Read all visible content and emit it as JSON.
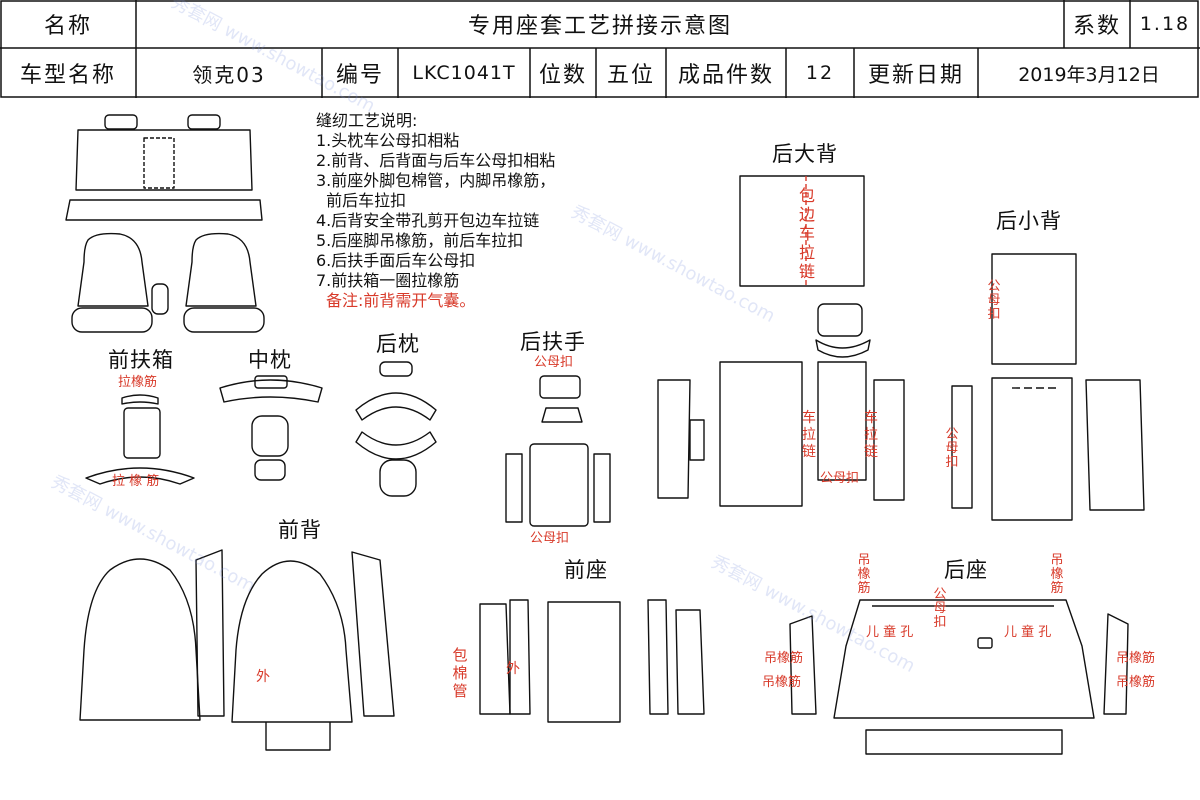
{
  "header": {
    "name_label": "名称",
    "title": "专用座套工艺拼接示意图",
    "coef_label": "系数",
    "coef_value": "1.18",
    "model_label": "车型名称",
    "model_value": "领克03",
    "code_label": "编号",
    "code_value": "LKC1041T",
    "seats_label": "位数",
    "seats_value": "五位",
    "pieces_label": "成品件数",
    "pieces_value": "12",
    "date_label": "更新日期",
    "date_value": "2019年3月12日"
  },
  "notes": {
    "title": "缝纫工艺说明:",
    "items": [
      "1.头枕车公母扣相粘",
      "2.前背、后背面与后车公母扣相粘",
      "3.前座外脚包棉管，内脚吊橡筋，",
      "  前后车拉扣",
      "4.后背安全带孔剪开包边车拉链",
      "5.后座脚吊橡筋，前后车拉扣",
      "6.后扶手面后车公母扣",
      "7.前扶箱一圈拉橡筋"
    ],
    "remark": "备注:前背需开气囊。"
  },
  "sections": {
    "front_armbox": "前扶箱",
    "mid_pillow": "中枕",
    "rear_pillow": "后枕",
    "rear_armrest": "后扶手",
    "rear_big_back": "后大背",
    "rear_small_back": "后小背",
    "front_back": "前背",
    "front_seat": "前座",
    "rear_seat": "后座"
  },
  "annotations": {
    "pull_elastic_1": "拉橡筋",
    "pull_elastic_2": "拉 橡 筋",
    "male_female_1": "公母扣",
    "male_female_2": "公母扣",
    "male_female_3": "公母扣",
    "male_female_v1": "公母扣",
    "male_female_v2": "公母扣",
    "male_female_v3": "公母扣",
    "zipper_left": "车拉链",
    "zipper_right": "车拉链",
    "binding_zip": "包边车拉链",
    "outer_1": "外",
    "outer_2": "外",
    "foam_tube": "包棉管",
    "hang_elastic_1": "吊橡筋",
    "hang_elastic_2": "吊橡筋",
    "hang_elastic_3": "吊橡筋",
    "hang_elastic_4": "吊橡筋",
    "hang_elastic_5": "吊橡筋",
    "hang_elastic_6": "吊橡筋",
    "child_hole_1": "儿 童 孔",
    "child_hole_2": "儿 童 孔"
  },
  "watermark": "秀套网 www.showtao.com",
  "colors": {
    "annotation": "#d83a2a",
    "line": "#111111",
    "watermark": "#8090dc"
  }
}
